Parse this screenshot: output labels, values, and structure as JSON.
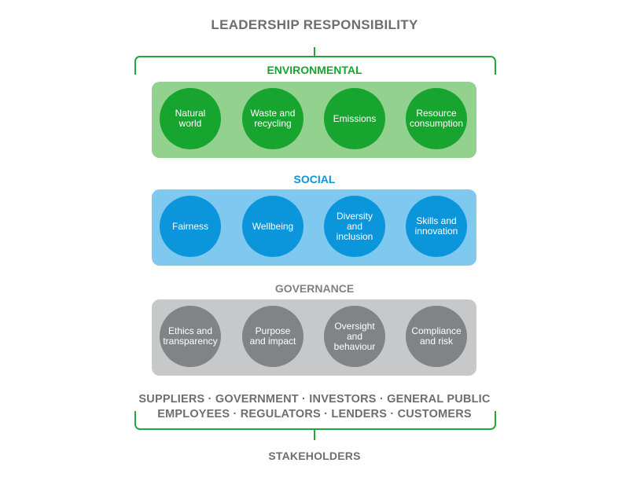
{
  "title": "LEADERSHIP RESPONSIBILITY",
  "sections": [
    {
      "label": "ENVIRONMENTAL",
      "color": "#17a52f",
      "panel_color": "#93d18f",
      "items": [
        "Natural\nworld",
        "Waste and\nrecycling",
        "Emissions",
        "Resource\nconsumption"
      ]
    },
    {
      "label": "SOCIAL",
      "color": "#0b96db",
      "panel_color": "#7fc9f1",
      "items": [
        "Fairness",
        "Wellbeing",
        "Diversity\nand\ninclusion",
        "Skills and\ninnovation"
      ]
    },
    {
      "label": "GOVERNANCE",
      "color": "#828385",
      "panel_color": "#c7c8ca",
      "items": [
        "Ethics and\ntransparency",
        "Purpose\nand impact",
        "Oversight\nand\nbehaviour",
        "Compliance\nand risk"
      ]
    }
  ],
  "stakeholder_lines": [
    "SUPPLIERS · GOVERNMENT · INVESTORS · GENERAL PUBLIC",
    "EMPLOYEES · REGULATORS · LENDERS · CUSTOMERS"
  ],
  "stakeholders_label": "STAKEHOLDERS"
}
